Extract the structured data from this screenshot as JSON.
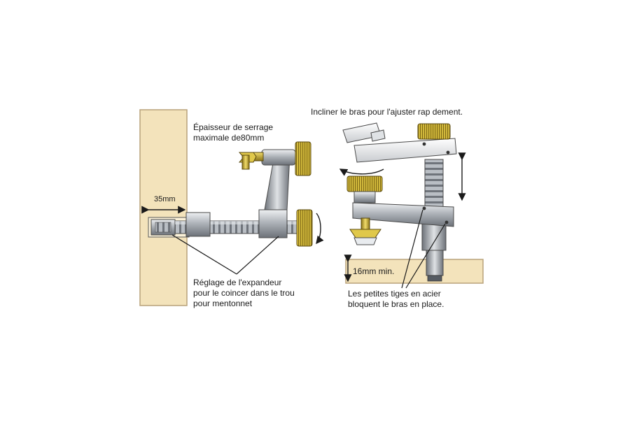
{
  "left_diagram": {
    "title_line1": "Épaisseur de serrage",
    "title_line2": "maximale de80mm",
    "dimension": "35mm",
    "note_line1": "Réglage de l'expandeur",
    "note_line2": "pour le coincer dans le trou",
    "note_line3": "pour mentonnet"
  },
  "right_diagram": {
    "title": "Incliner le bras pour l'ajuster rap dement.",
    "dimension": "16mm  min.",
    "note_line1": "Les petites tiges en acier",
    "note_line2": "bloquent le bras en place."
  },
  "colors": {
    "wood": "#f3e3bb",
    "wood_edge": "#b8a27a",
    "steel": "#a9aeb4",
    "brass": "#d9bf3f",
    "brass_dark": "#8a7318"
  }
}
